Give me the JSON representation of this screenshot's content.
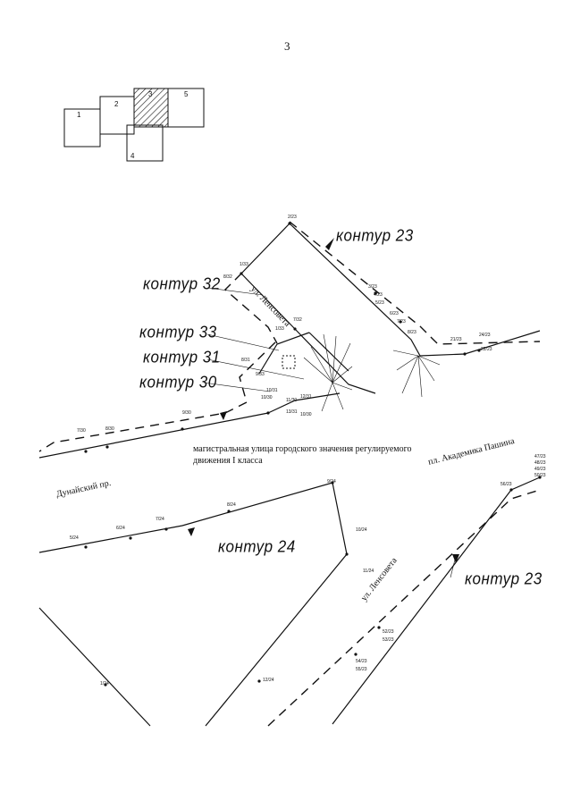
{
  "page_number": "3",
  "sheet_index": {
    "cells": [
      "1",
      "2",
      "3",
      "4",
      "5"
    ],
    "highlighted": "3"
  },
  "contour_labels": {
    "c23_top": "контур 23",
    "c32": "контур 32",
    "c33": "контур 33",
    "c31": "контур 31",
    "c30": "контур 30",
    "c24": "контур 24",
    "c23_bottom": "контур 23"
  },
  "streets": {
    "lensoveta_top": "ул. Ленсовета",
    "lensoveta_bottom": "ул. Ленсовета",
    "danube": "Дунайский пр.",
    "akademika": "пл. Академика Пашина",
    "main_road_line1": "магистральная улица городского значения регулируемого",
    "main_road_line2": "движения I класса"
  },
  "point_labels": {
    "p1": "2/23",
    "p2": "1/33",
    "p3": "8/32",
    "p4": "7/32",
    "p5": "1/33",
    "p6": "3/23",
    "p7": "4/23",
    "p8": "5/23",
    "p9": "6/23",
    "p10": "7/23",
    "p11": "8/23",
    "p12": "21/23",
    "p13": "24/23",
    "p14": "22/23",
    "p15": "8/31",
    "p16": "9/33",
    "p17": "10/31",
    "p18": "10/30",
    "p19": "11/30",
    "p20": "12/31",
    "p21": "13/31",
    "p22": "10/30",
    "p23": "9/30",
    "p24": "7/30",
    "p25": "8/30",
    "p26": "9/24",
    "p27": "8/24",
    "p28": "7/24",
    "p29": "6/24",
    "p30": "5/24",
    "p31": "10/24",
    "p32": "11/24",
    "p33": "1/24",
    "p34": "12/24",
    "p35": "52/23",
    "p36": "53/23",
    "p37": "54/23",
    "p38": "55/23",
    "p39": "56/23",
    "p40": "47/23",
    "p41": "48/23",
    "p42": "49/23",
    "p43": "50/23"
  }
}
